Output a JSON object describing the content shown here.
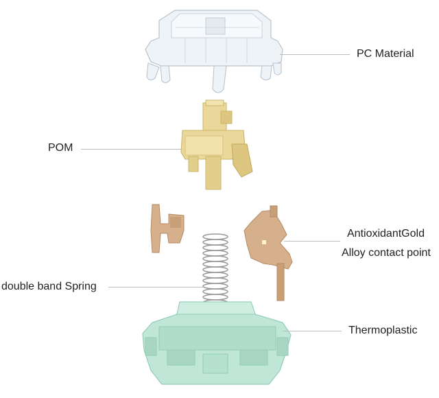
{
  "labels": {
    "housing_top": "PC Material",
    "stem": "POM",
    "contacts_line1": "AntioxidantGold",
    "contacts_line2": "Alloy contact point",
    "spring": "double band Spring",
    "housing_bottom": "Thermoplastic"
  },
  "colors": {
    "clear_housing": "#eef3f7",
    "clear_edge": "#b9c3cc",
    "stem": "#e9d89a",
    "stem_shadow": "#cdb56a",
    "contact_metal": "#d6b08c",
    "contact_shadow": "#b48a63",
    "spring": "#9a9a9a",
    "base_housing": "#bfe6d6",
    "base_shadow": "#93cdb8",
    "leader": "#bdbdbd"
  }
}
